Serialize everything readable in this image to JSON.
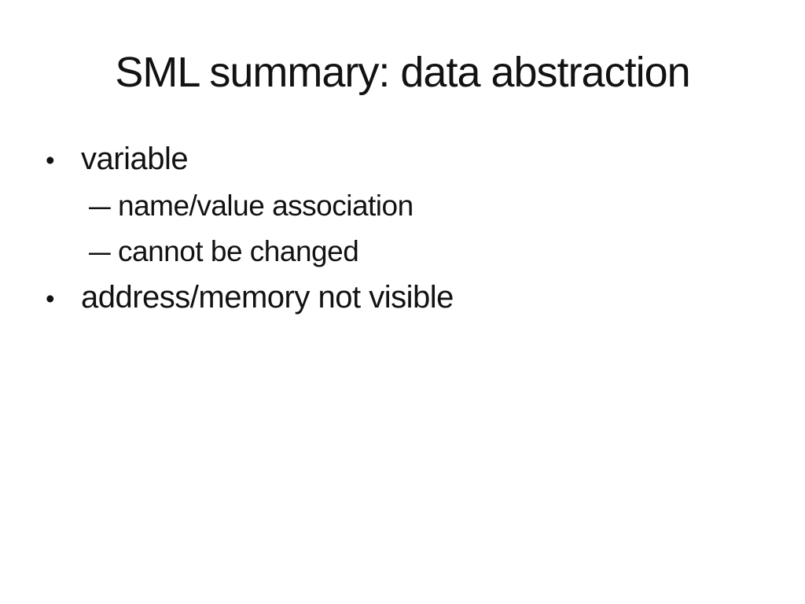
{
  "slide": {
    "title": "SML summary: data abstraction",
    "bullets": [
      {
        "level": 1,
        "marker": "•",
        "text": "variable"
      },
      {
        "level": 2,
        "marker": "–",
        "text": "name/value association"
      },
      {
        "level": 2,
        "marker": "–",
        "text": "cannot be changed"
      },
      {
        "level": 1,
        "marker": "•",
        "text": "address/memory not visible"
      }
    ],
    "colors": {
      "background": "#ffffff",
      "text": "#121212"
    }
  }
}
